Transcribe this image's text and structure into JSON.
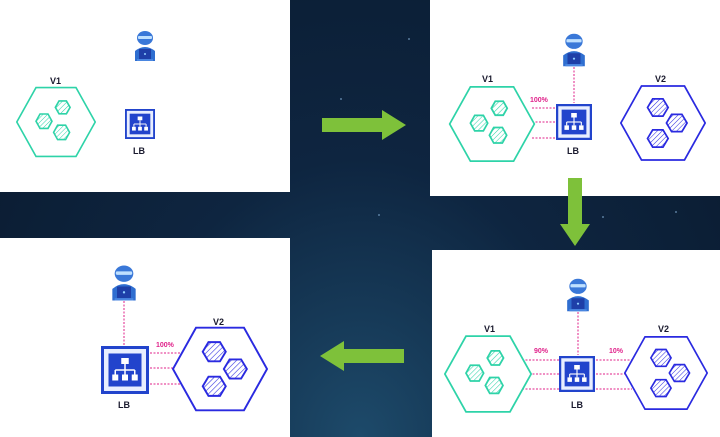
{
  "panels": [
    {
      "v1_label": "V1",
      "lb_label": "LB"
    },
    {
      "v1_label": "V1",
      "v2_label": "V2",
      "lb_label": "LB",
      "v1_pct": "100%"
    },
    {
      "v1_label": "V1",
      "v2_label": "V2",
      "lb_label": "LB",
      "v1_pct": "90%",
      "v2_pct": "10%"
    },
    {
      "v2_label": "V2",
      "lb_label": "LB",
      "v2_pct": "100%"
    }
  ],
  "colors": {
    "v1": "#2ed3a8",
    "v2": "#2a2ae0",
    "lb": "#2244cc",
    "route": "#e0218a",
    "arrow": "#7ec13a",
    "user": "#3a78d8"
  },
  "icons": [
    "user-icon",
    "load-balancer-icon",
    "v1-cluster-icon",
    "v2-cluster-icon",
    "right-arrow-icon",
    "down-arrow-icon",
    "left-arrow-icon"
  ]
}
